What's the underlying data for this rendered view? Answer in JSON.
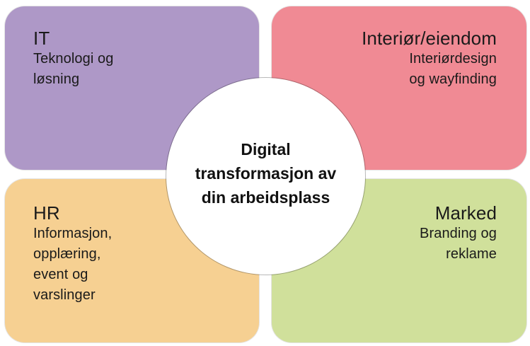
{
  "diagram": {
    "center": {
      "label": "Digital\ntransformasjon av\ndin arbeidsplass",
      "color": "#ffffff"
    },
    "quadrants": [
      {
        "position": "top-left",
        "title": "IT",
        "description": "Teknologi og\nløsning",
        "color": "#ae98c7"
      },
      {
        "position": "top-right",
        "title": "Interiør/eiendom",
        "description": "Interiørdesign\nog wayfinding",
        "color": "#f08a94"
      },
      {
        "position": "bottom-left",
        "title": "HR",
        "description": "Informasjon,\nopplæring,\nevent og\nvarslinger",
        "color": "#f6d092"
      },
      {
        "position": "bottom-right",
        "title": "Marked",
        "description": "Branding og\nreklame",
        "color": "#d0e09b"
      }
    ]
  }
}
